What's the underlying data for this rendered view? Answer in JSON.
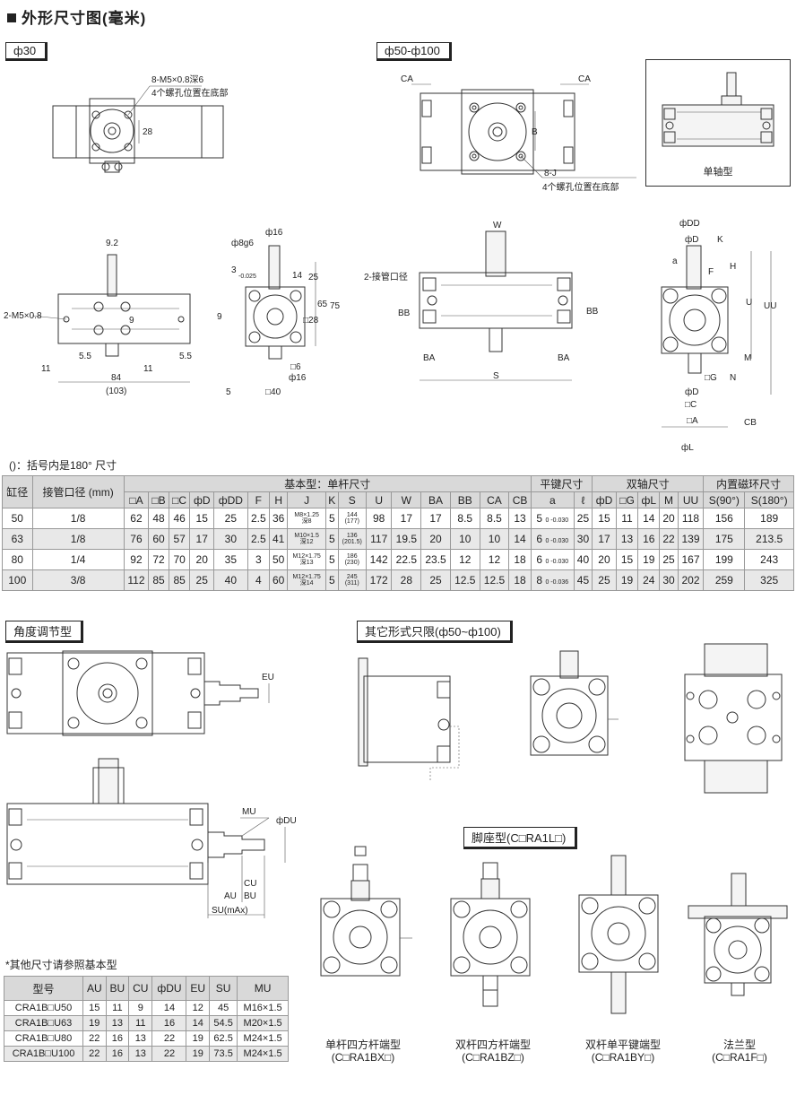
{
  "header": {
    "title": "外形尺寸图(毫米)"
  },
  "labels": {
    "phi30": "ф30",
    "phi50_100": "ф50-ф100",
    "single_shaft": "单轴型",
    "bracket_note": "()：括号内是180° 尺寸",
    "angle_type": "角度调节型",
    "other_forms": "其它形式只限(ф50~ф100)",
    "foot_type": "脚座型(C□RA1L□)",
    "other_dims_note": "*其他尺寸请参照基本型"
  },
  "drawing_text": {
    "m5_depth": "8-M5×0.8深6",
    "holes_bottom_1": "4个螺孔位置在底部",
    "holes_bottom_2": "4个螺孔位置在底部",
    "eight_j": "8-J",
    "ca": "CA",
    "b": "B",
    "dim_28": "28",
    "dim_9_2": "9.2",
    "m5_2": "2-M5×0.8",
    "dim_9": "9",
    "dim_5_5": "5.5",
    "dim_11": "11",
    "dim_84": "84",
    "dim_103": "(103)",
    "phi16": "ф16",
    "phi8g6": "ф8g6",
    "dim_3": "3",
    "tol": "-0.025",
    "dim_25": "25",
    "dim_14": "14",
    "dim_65": "65",
    "dim_75": "75",
    "box28": "□28",
    "box6": "□6",
    "box40": "□40",
    "dim_5": "5",
    "port": "2-接管口径",
    "w": "W",
    "bb": "BB",
    "ba": "BA",
    "s": "S",
    "phi_dd": "фDD",
    "phi_d": "фD",
    "k": "K",
    "a": "a",
    "f": "F",
    "h": "H",
    "u": "U",
    "uu": "UU",
    "m": "M",
    "n": "N",
    "box_g": "□G",
    "box_c": "□C",
    "box_a": "□A",
    "cb": "CB",
    "phi_l": "фL",
    "eu": "EU",
    "mu": "MU",
    "phi_du": "фDU",
    "au": "AU",
    "bu": "BU",
    "cu": "CU",
    "su": "SU(mAx)"
  },
  "spec_table": {
    "group_headers": [
      "缸径",
      "接管口径 (mm)",
      "基本型：单杆尺寸",
      "平键尺寸",
      "双轴尺寸",
      "内置磁环尺寸"
    ],
    "columns": [
      "□A",
      "□B",
      "□C",
      "фD",
      "фDD",
      "F",
      "H",
      "J",
      "K",
      "S",
      "U",
      "W",
      "BA",
      "BB",
      "CA",
      "CB",
      "a",
      "ℓ",
      "фD",
      "□G",
      "фL",
      "M",
      "UU",
      "S(90°)",
      "S(180°)"
    ],
    "rows": [
      {
        "bore": "50",
        "port": "1/8",
        "A": "62",
        "B": "48",
        "C": "46",
        "D": "15",
        "DD": "25",
        "F": "2.5",
        "H": "36",
        "J1": "M8×1.25",
        "J2": "深8",
        "K": "5",
        "S1": "144",
        "S2": "(177)",
        "U": "98",
        "W": "17",
        "BA": "17",
        "BB": "8.5",
        "CA": "8.5",
        "CB": "13",
        "a": "5",
        "a_tol": "0 -0.030",
        "l": "25",
        "D2": "15",
        "G": "11",
        "L": "14",
        "M": "20",
        "UU": "118",
        "S90": "156",
        "S180": "189"
      },
      {
        "bore": "63",
        "port": "1/8",
        "A": "76",
        "B": "60",
        "C": "57",
        "D": "17",
        "DD": "30",
        "F": "2.5",
        "H": "41",
        "J1": "M10×1.5",
        "J2": "深12",
        "K": "5",
        "S1": "136",
        "S2": "(201.5)",
        "U": "117",
        "W": "19.5",
        "BA": "20",
        "BB": "10",
        "CA": "10",
        "CB": "14",
        "a": "6",
        "a_tol": "0 -0.030",
        "l": "30",
        "D2": "17",
        "G": "13",
        "L": "16",
        "M": "22",
        "UU": "139",
        "S90": "175",
        "S180": "213.5"
      },
      {
        "bore": "80",
        "port": "1/4",
        "A": "92",
        "B": "72",
        "C": "70",
        "D": "20",
        "DD": "35",
        "F": "3",
        "H": "50",
        "J1": "M12×1.75",
        "J2": "深13",
        "K": "5",
        "S1": "186",
        "S2": "(230)",
        "U": "142",
        "W": "22.5",
        "BA": "23.5",
        "BB": "12",
        "CA": "12",
        "CB": "18",
        "a": "6",
        "a_tol": "0 -0.030",
        "l": "40",
        "D2": "20",
        "G": "15",
        "L": "19",
        "M": "25",
        "UU": "167",
        "S90": "199",
        "S180": "243"
      },
      {
        "bore": "100",
        "port": "3/8",
        "A": "112",
        "B": "85",
        "C": "85",
        "D": "25",
        "DD": "40",
        "F": "4",
        "H": "60",
        "J1": "M12×1.75",
        "J2": "深14",
        "K": "5",
        "S1": "245",
        "S2": "(311)",
        "U": "172",
        "W": "28",
        "BA": "25",
        "BB": "12.5",
        "CA": "12.5",
        "CB": "18",
        "a": "8",
        "a_tol": "0 -0.036",
        "l": "45",
        "D2": "25",
        "G": "19",
        "L": "24",
        "M": "30",
        "UU": "202",
        "S90": "259",
        "S180": "325"
      }
    ]
  },
  "angle_table": {
    "headers": [
      "型号",
      "AU",
      "BU",
      "CU",
      "фDU",
      "EU",
      "SU",
      "MU"
    ],
    "rows": [
      [
        "CRA1B□U50",
        "15",
        "11",
        "9",
        "14",
        "12",
        "45",
        "M16×1.5"
      ],
      [
        "CRA1B□U63",
        "19",
        "13",
        "11",
        "16",
        "14",
        "54.5",
        "M20×1.5"
      ],
      [
        "CRA1B□U80",
        "22",
        "16",
        "13",
        "22",
        "19",
        "62.5",
        "M24×1.5"
      ],
      [
        "CRA1B□U100",
        "22",
        "16",
        "13",
        "22",
        "19",
        "73.5",
        "M24×1.5"
      ]
    ]
  },
  "variants": [
    {
      "name": "单杆四方杆端型",
      "code": "(C□RA1BX□)"
    },
    {
      "name": "双杆四方杆端型",
      "code": "(C□RA1BZ□)"
    },
    {
      "name": "双杆单平键端型",
      "code": "(C□RA1BY□)"
    },
    {
      "name": "法兰型",
      "code": "(C□RA1F□)"
    }
  ]
}
